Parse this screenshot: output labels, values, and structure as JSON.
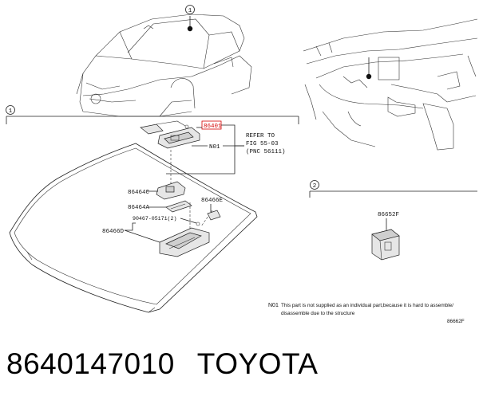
{
  "callouts": {
    "ref1_top": "1",
    "ref1_section": "1",
    "ref2_section": "2"
  },
  "labels": {
    "main_part": "86401",
    "n01": "N01",
    "refer_line1": "REFER TO",
    "refer_line2": "FIG 55-03",
    "refer_line3": "(PNC 56111)",
    "p86466e": "86466E",
    "p86464c": "86464C",
    "p86464a": "86464A",
    "bolt": "90467-05171(2)",
    "p86466d": "86466D",
    "p86652f": "86652F"
  },
  "note": {
    "code": "N01",
    "line1": "This part is not supplied as an individual part,because it is hard to assemble/",
    "line2": "disassemble due to the structure"
  },
  "figure_id": "86662F",
  "caption": {
    "part_number": "8640147010",
    "brand": "TOYOTA"
  }
}
